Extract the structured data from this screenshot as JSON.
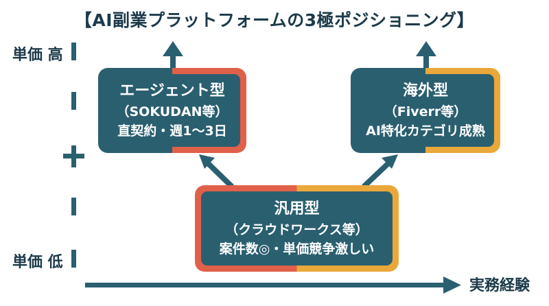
{
  "title": "【AI副業プラットフォームの3極ポジショニング】",
  "axis": {
    "y_high": "単価 高",
    "y_low": "単価 低",
    "x_label": "実務経験"
  },
  "boxes": {
    "agent": {
      "line1": "エージェント型",
      "line2": "（SOKUDAN等）",
      "line3": "直契約・週1〜3日"
    },
    "overseas": {
      "line1": "海外型",
      "line2": "（Fiverr等）",
      "line3": "AI特化カテゴリ成熟"
    },
    "general": {
      "line1": "汎用型",
      "line2": "（クラウドワークス等）",
      "line3": "案件数◎・単価競争激しい"
    }
  },
  "colors": {
    "navy": "#1c3a4a",
    "teal": "#2a5f70",
    "red": "#e0604a",
    "orange": "#eaa83a"
  }
}
